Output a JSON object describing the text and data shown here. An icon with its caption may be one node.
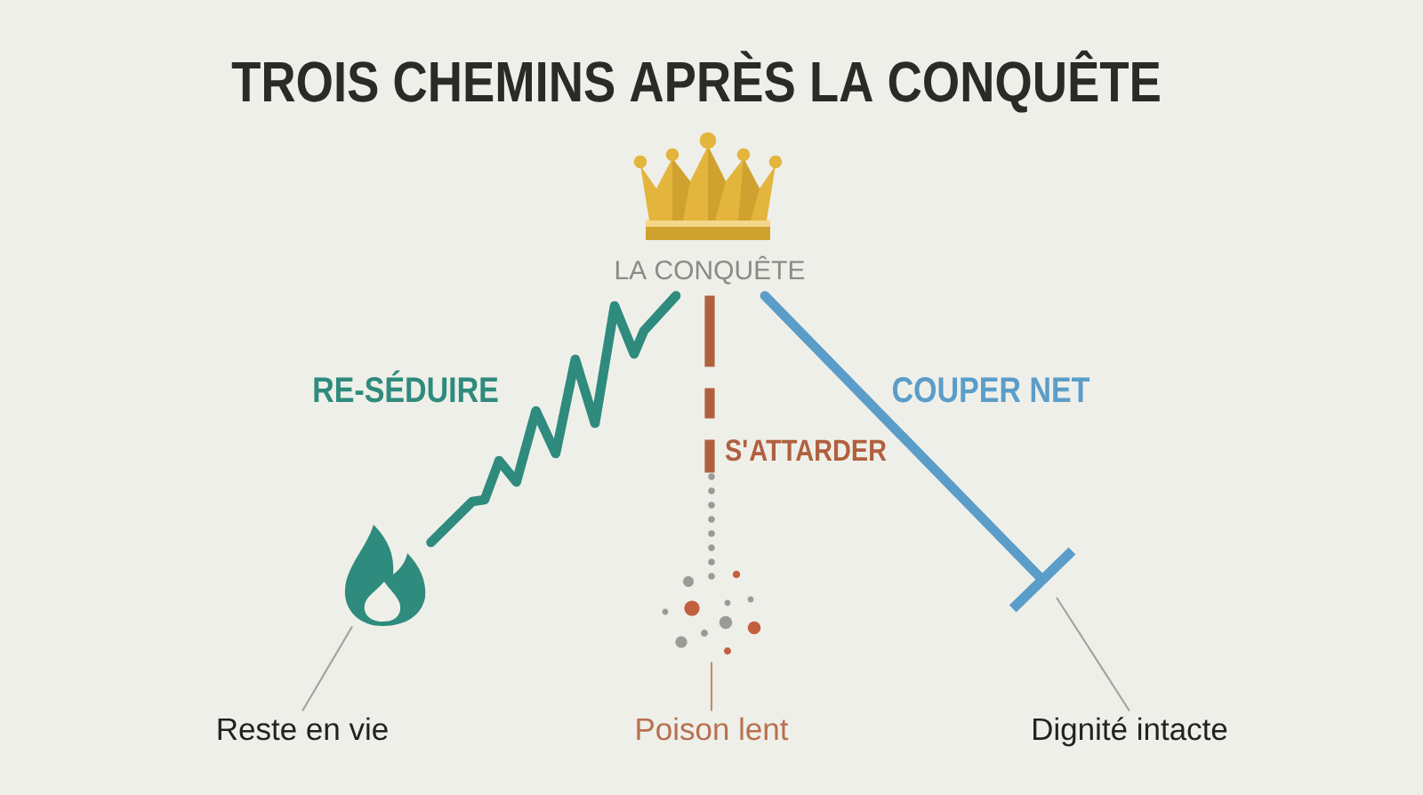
{
  "diagram": {
    "title": "TROIS CHEMINS APRÈS LA CONQUÊTE",
    "nodes": [
      {
        "text": [
          "LA CONQUÊTE"
        ]
      },
      {
        "text": [],
        "shape": "picture"
      },
      {
        "text": [],
        "shape": "picture"
      },
      {
        "text": [
          "Reste en vie"
        ]
      },
      {
        "text": [
          "Poison lent"
        ]
      },
      {
        "text": [
          "Dignité intacte"
        ]
      }
    ],
    "edges": [
      {
        "from": 0,
        "to": 1,
        "arrow": "none",
        "label": "RE-SÉDUIRE",
        "style": "thick",
        "color": "#2e8b7d"
      },
      {
        "from": 0,
        "to": 2,
        "arrow": "none",
        "label": "S'ATTARDER",
        "style": "dashed",
        "color": "#b0603f"
      },
      {
        "from": 0,
        "to": null,
        "arrow": "other",
        "label": "COUPER NET",
        "style": "thick",
        "color": "#5b9dc9"
      },
      {
        "from": 3,
        "to": 1,
        "arrow": "none"
      },
      {
        "from": 4,
        "to": 2,
        "arrow": "none",
        "color": "#c48a6d"
      },
      {
        "from": 5,
        "to": null,
        "arrow": "none"
      }
    ]
  }
}
